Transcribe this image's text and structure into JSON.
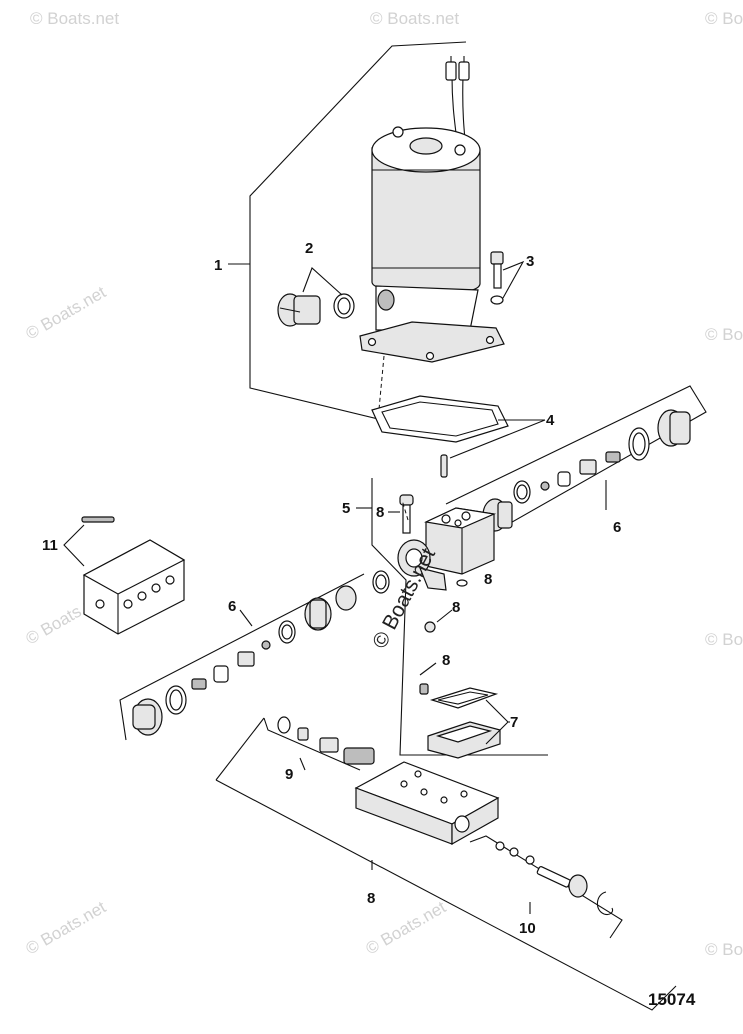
{
  "diagram": {
    "figure_number": "15074",
    "watermark_text": "© Boats.net",
    "callouts": {
      "c1": "1",
      "c2": "2",
      "c3": "3",
      "c4": "4",
      "c5": "5",
      "c6a": "6",
      "c6b": "6",
      "c7": "7",
      "c8a": "8",
      "c8b": "8",
      "c8c": "8",
      "c8d": "8",
      "c8e": "8",
      "c9": "9",
      "c10": "10",
      "c11": "11"
    }
  }
}
